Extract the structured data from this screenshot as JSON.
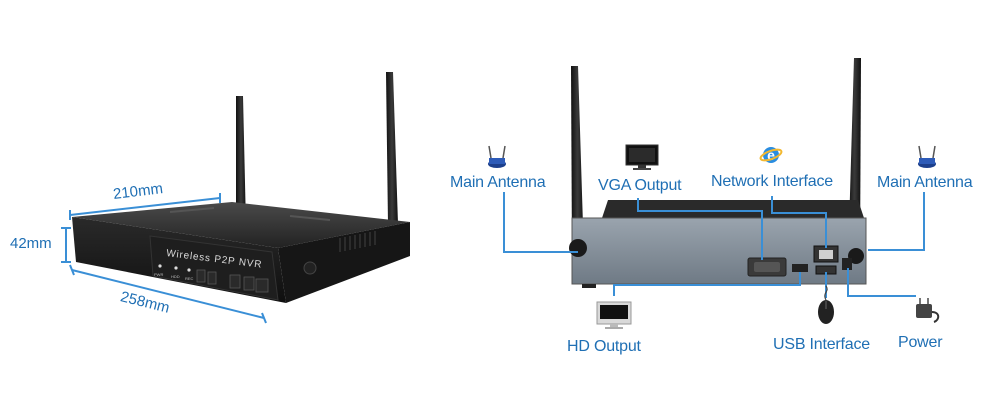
{
  "dimensions": {
    "width_label": "210mm",
    "height_label": "42mm",
    "depth_label": "258mm"
  },
  "device": {
    "front_label": "Wireless P2P NVR",
    "indicator_labels": [
      "PWR",
      "HDD",
      "REC"
    ]
  },
  "ports": {
    "main_antenna_left": "Main Antenna",
    "vga_output": "VGA Output",
    "network_interface": "Network Interface",
    "main_antenna_right": "Main Antenna",
    "hd_output": "HD Output",
    "usb_interface": "USB Interface",
    "power": "Power"
  },
  "colors": {
    "label": "#1f6fb4",
    "callout_line": "#3a8fd6",
    "device_body": "#1b1b1b",
    "device_panel": "#7f8a96"
  },
  "icons": [
    "router-icon",
    "monitor-icon",
    "internet-explorer-icon",
    "router-icon",
    "monitor-icon",
    "mouse-icon",
    "power-adapter-icon"
  ]
}
